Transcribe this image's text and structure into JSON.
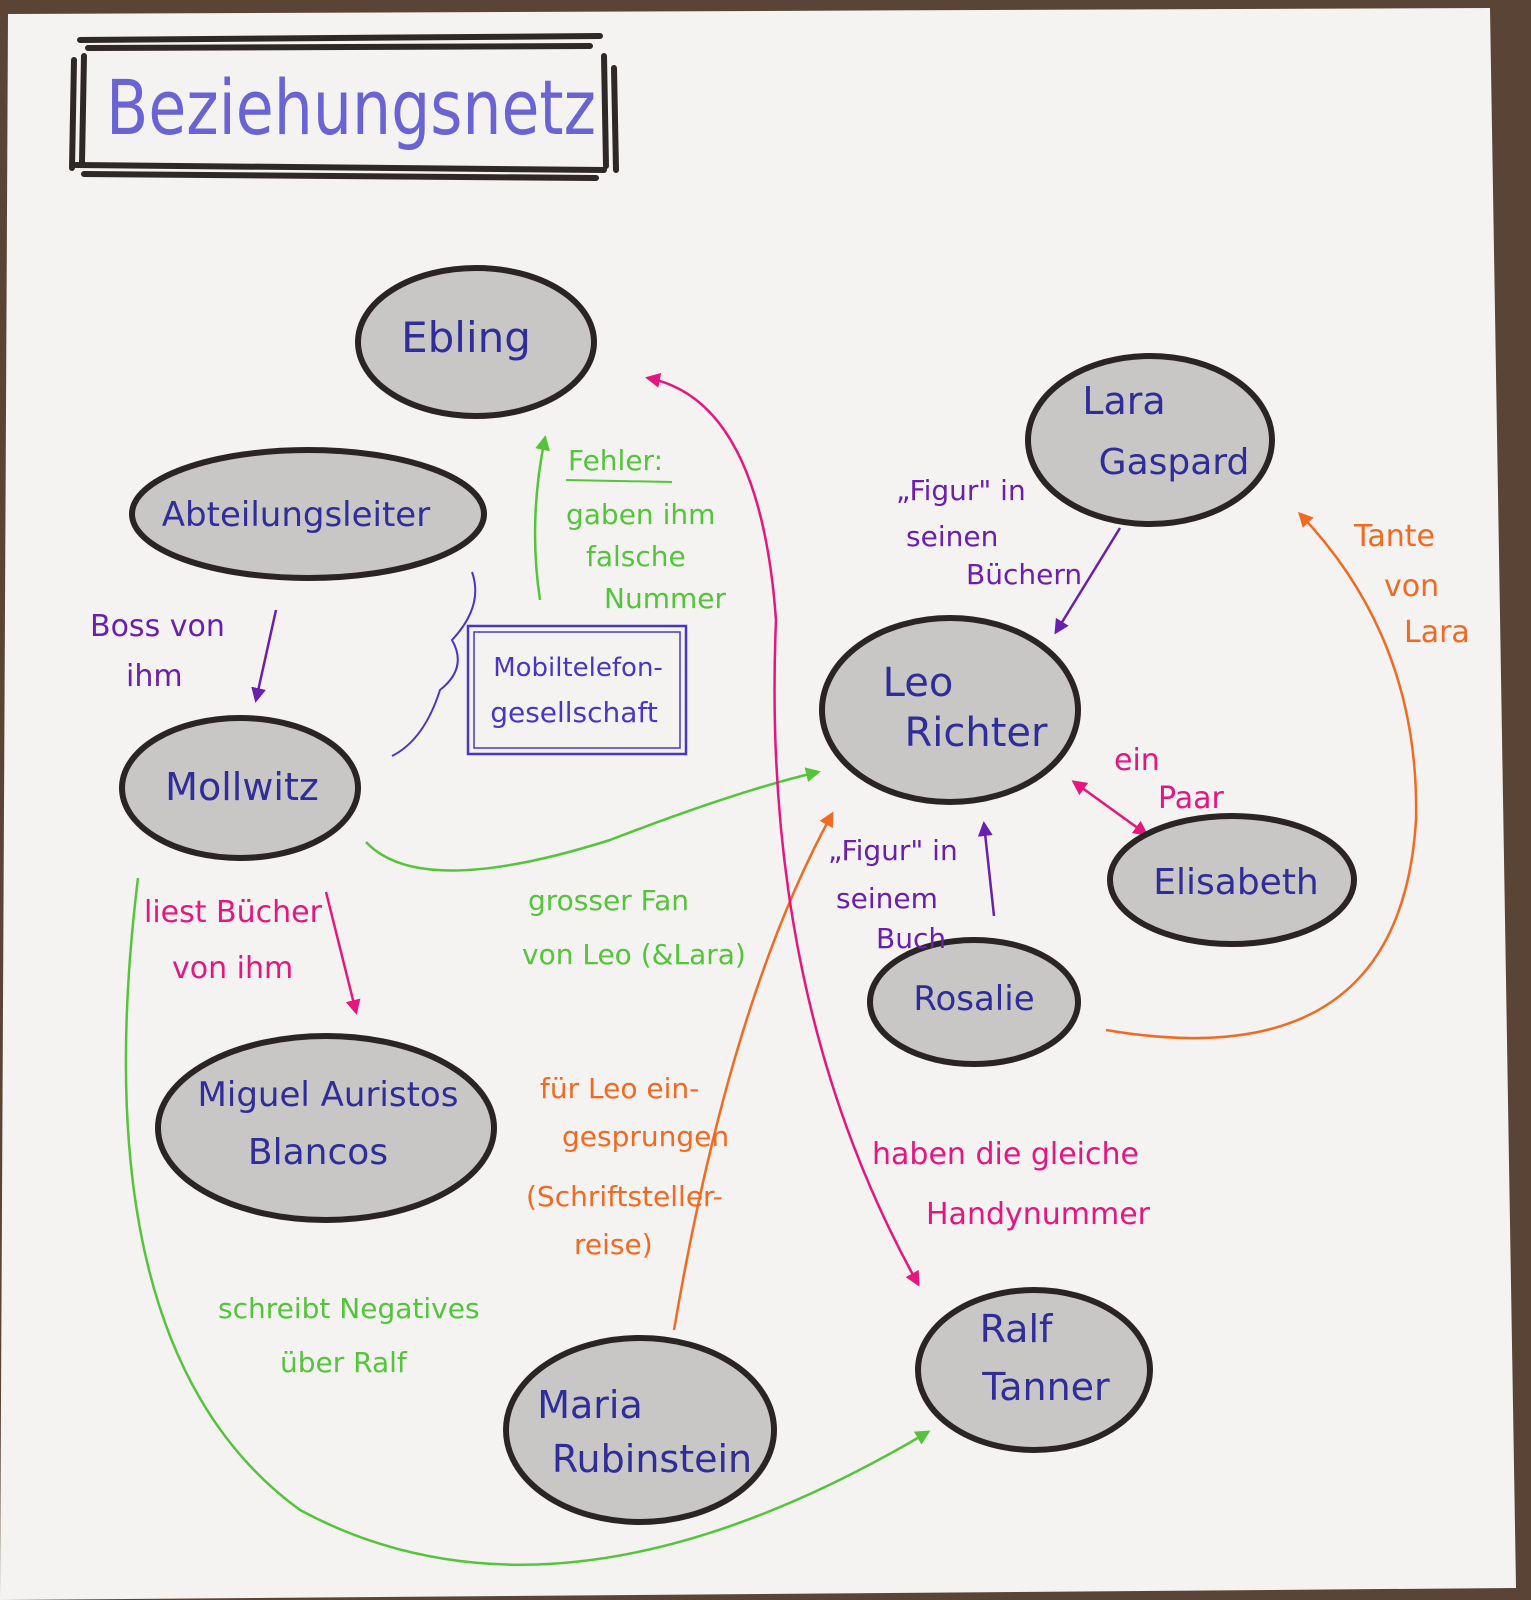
{
  "title": "Beziehungsnetz",
  "colors": {
    "paper": "#f4f3f1",
    "node_fill": "#c9c7c6",
    "node_stroke": "#2a2524",
    "node_text": "#2f2d9a",
    "title_text": "#6a63d4",
    "frame": "#2e2826",
    "purple": "#6a1fb0",
    "green": "#54c53a",
    "pink": "#e6167f",
    "orange": "#f26a22"
  },
  "nodes": {
    "ebling": "Ebling",
    "abteilungsleiter": "Abteilungsleiter",
    "mollwitz": "Mollwitz",
    "miguel_1": "Miguel Auristos",
    "miguel_2": "Blancos",
    "maria_1": "Maria",
    "maria_2": "Rubinstein",
    "lara_1": "Lara",
    "lara_2": "Gaspard",
    "leo_1": "Leo",
    "leo_2": "Richter",
    "elisabeth": "Elisabeth",
    "rosalie": "Rosalie",
    "ralf_1": "Ralf",
    "ralf_2": "Tanner",
    "mobil_1": "Mobiltelefon-",
    "mobil_2": "gesellschaft"
  },
  "labels": {
    "boss_1": "Boss von",
    "boss_2": "ihm",
    "fehler_1": "Fehler:",
    "fehler_2": "gaben ihm",
    "fehler_3": "falsche",
    "fehler_4": "Nummer",
    "liest_1": "liest Bücher",
    "liest_2": "von ihm",
    "fan_1": "grosser Fan",
    "fan_2": "von Leo (&Lara)",
    "fuer_1": "für Leo ein-",
    "fuer_2": "gesprungen",
    "fuer_3": "(Schriftsteller-",
    "fuer_4": "reise)",
    "schreibt_1": "schreibt Negatives",
    "schreibt_2": "über Ralf",
    "figur_a_1": "„Figur\" in",
    "figur_a_2": "seinen",
    "figur_a_3": "Büchern",
    "paar_1": "ein",
    "paar_2": "Paar",
    "figur_b_1": "„Figur\" in",
    "figur_b_2": "seinem",
    "figur_b_3": "Buch",
    "tante_1": "Tante",
    "tante_2": "von",
    "tante_3": "Lara",
    "handy_1": "haben die gleiche",
    "handy_2": "Handynummer"
  }
}
